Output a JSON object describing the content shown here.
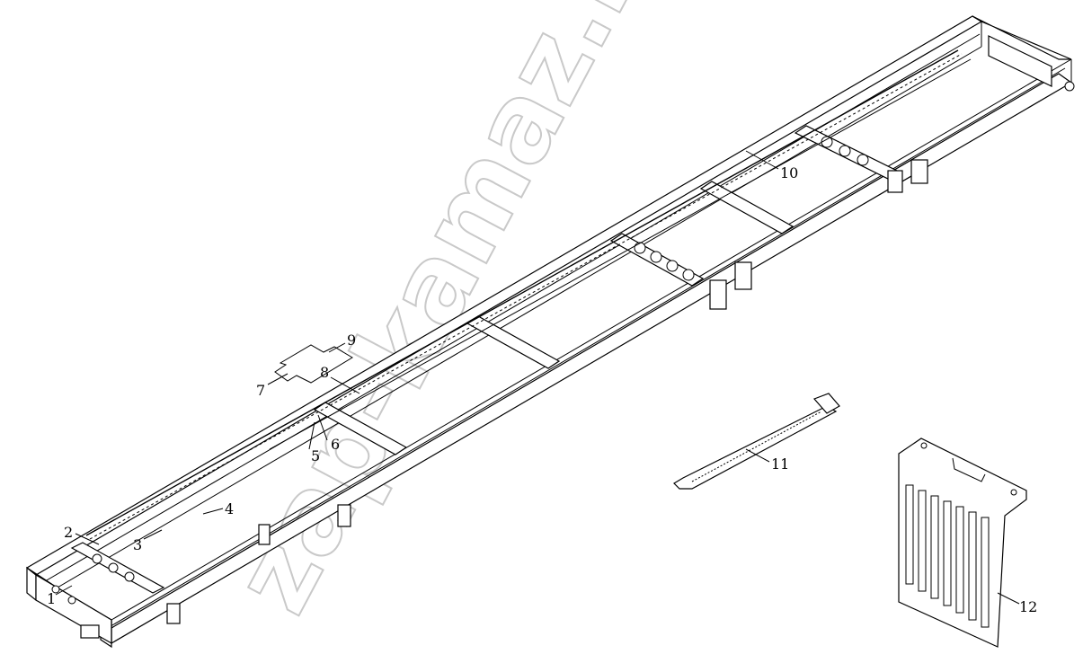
{
  "watermark": {
    "text": "zap-kamaz.ru"
  },
  "callouts": [
    {
      "id": "1",
      "label": "1"
    },
    {
      "id": "2",
      "label": "2"
    },
    {
      "id": "3",
      "label": "3"
    },
    {
      "id": "4",
      "label": "4"
    },
    {
      "id": "5",
      "label": "5"
    },
    {
      "id": "6",
      "label": "6"
    },
    {
      "id": "7",
      "label": "7"
    },
    {
      "id": "8",
      "label": "8"
    },
    {
      "id": "9",
      "label": "9"
    },
    {
      "id": "10",
      "label": "10"
    },
    {
      "id": "11",
      "label": "11"
    },
    {
      "id": "12",
      "label": "12"
    }
  ]
}
